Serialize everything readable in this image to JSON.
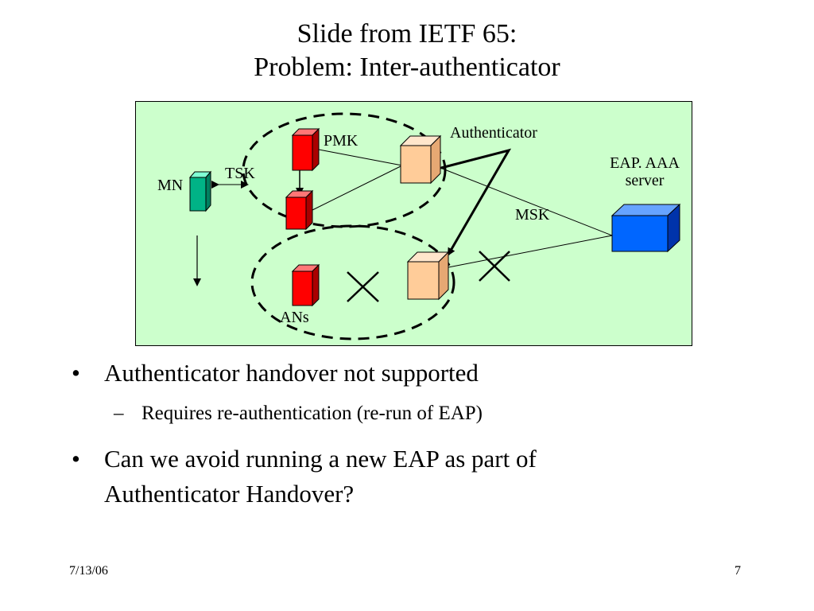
{
  "slide": {
    "title_line1": "Slide from IETF 65:",
    "title_line2": "Problem: Inter-authenticator"
  },
  "diagram": {
    "labels": {
      "pmk": "PMK",
      "authenticator": "Authenticator",
      "eap_line1": "EAP. AAA",
      "eap_line2": "server",
      "tsk": "TSK",
      "mn": "MN",
      "msk": "MSK",
      "ans": "ANs"
    },
    "colors": {
      "background": "#ccffcc",
      "an_node": "#ff0000",
      "mn_node": "#00b386",
      "authenticator_node": "#ffcc99",
      "server_node": "#0066ff"
    }
  },
  "bullets": {
    "b1_mark": "•",
    "b1_text": "Authenticator handover not supported",
    "b1_sub_mark": "–",
    "b1_sub_text": "Requires re-authentication (re-run of EAP)",
    "b2_mark": "•",
    "b2_line1": "Can we avoid running a new EAP as part of",
    "b2_line2": "Authenticator Handover?"
  },
  "footer": {
    "date": "7/13/06",
    "page": "7"
  }
}
